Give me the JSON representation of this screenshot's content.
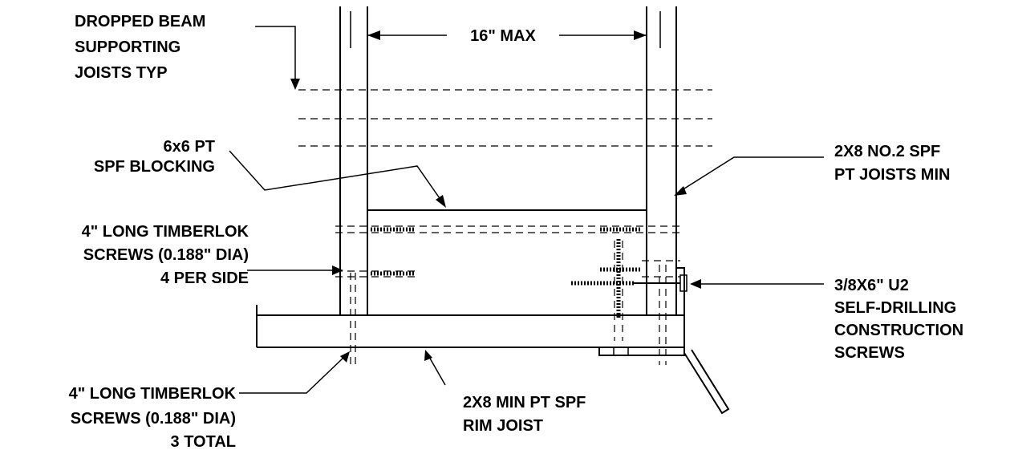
{
  "labels": {
    "dimension": "16\" MAX",
    "dropped_beam": [
      "DROPPED BEAM",
      "SUPPORTING",
      "JOISTS TYP"
    ],
    "blocking": [
      "6x6 PT",
      "SPF BLOCKING"
    ],
    "joists": [
      "2X8 NO.2 SPF",
      "PT JOISTS MIN"
    ],
    "screws_side": [
      "4\" LONG TIMBERLOK",
      "SCREWS  (0.188\" DIA)",
      "4 PER SIDE"
    ],
    "construction_screws": [
      "3/8X6\" U2",
      "SELF-DRILLING",
      "CONSTRUCTION",
      "SCREWS"
    ],
    "screws_total": [
      "4\" LONG TIMBERLOK",
      "SCREWS  (0.188\" DIA)",
      "3 TOTAL"
    ],
    "rim_joist": [
      "2X8 MIN PT SPF",
      "RIM JOIST"
    ]
  }
}
